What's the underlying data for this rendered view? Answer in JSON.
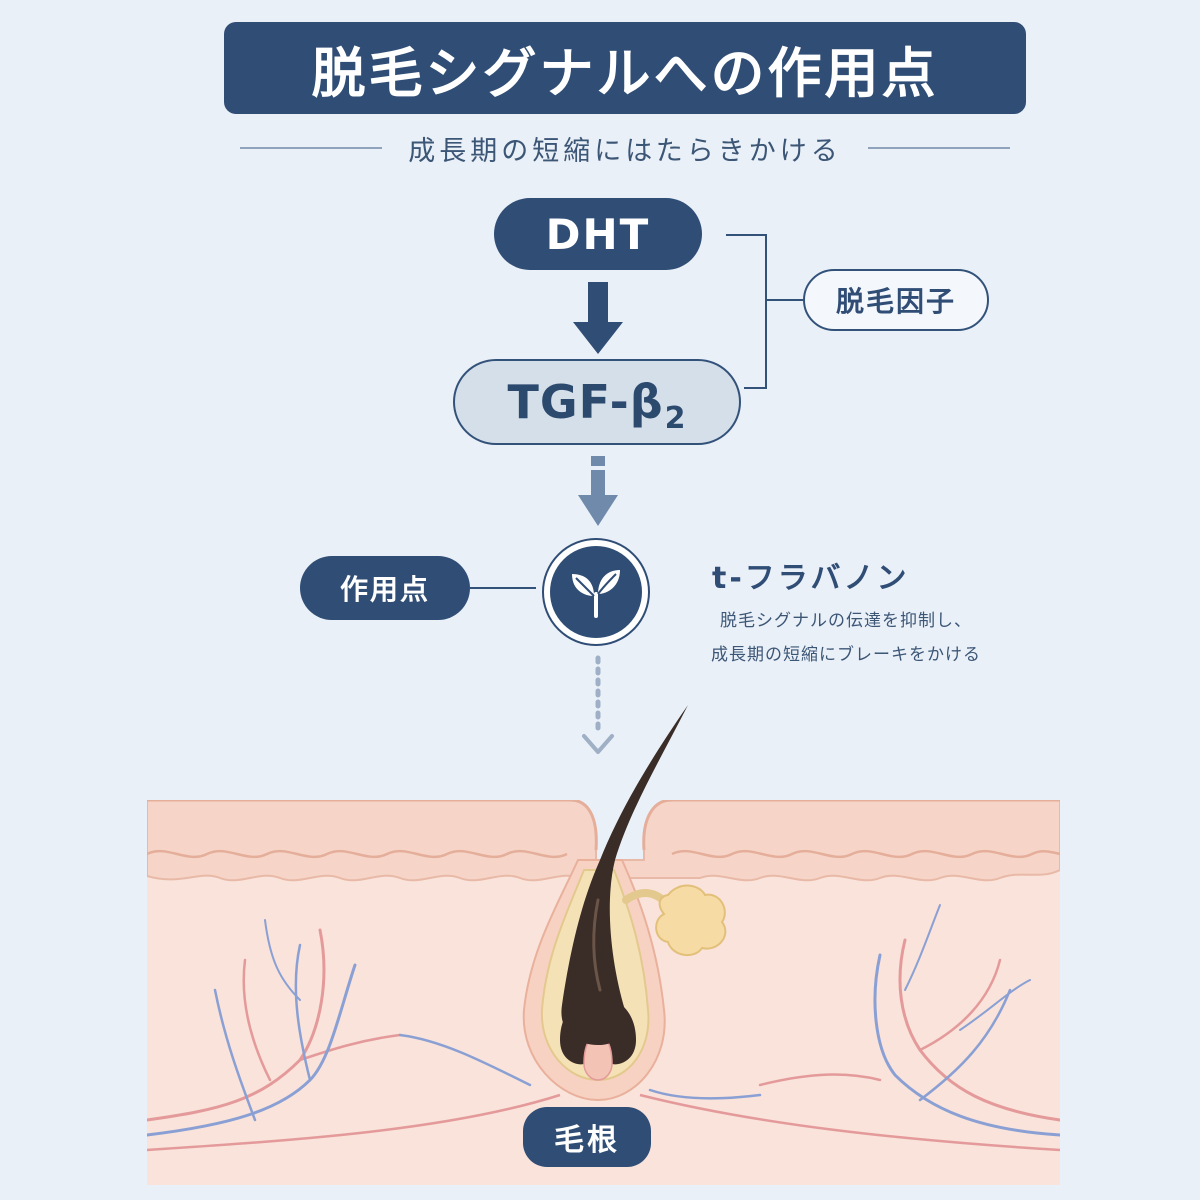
{
  "title": "脱毛シグナルへの作用点",
  "subtitle": "成長期の短縮にはたらきかける",
  "nodes": {
    "dht": "DHT",
    "tgf": "TGF-β",
    "tgf_subscript": "2",
    "hair_loss_factor": "脱毛因子",
    "action_point": "作用点",
    "hair_root": "毛根"
  },
  "compound": {
    "name": "t-フラバノン",
    "description_line1": "脱毛シグナルの伝達を抑制し、",
    "description_line2": "成長期の短縮にブレーキをかける"
  },
  "icons": {
    "leaf": "sprout-icon",
    "arrow_solid": "arrow-down-icon",
    "arrow_dashed": "dotted-arrow-down-icon"
  },
  "colors": {
    "navy": "#2f4d75",
    "pale_blue": "#d4dfea",
    "background": "#eaf0f8",
    "skin": "#f7ddd3",
    "hair": "#3a2c26"
  }
}
